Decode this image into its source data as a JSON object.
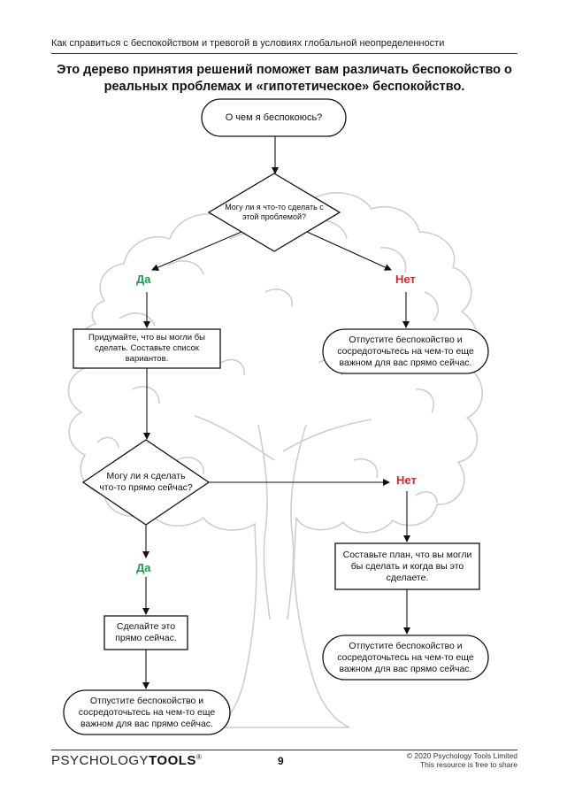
{
  "header": {
    "text": "Как справиться с беспокойством и тревогой в условиях глобальной неопределенности"
  },
  "title": {
    "line1": "Это дерево принятия решений поможет вам различать беспокойство о",
    "line2": "реальных проблемах и «гипотетическое» беспокойство."
  },
  "nodes": {
    "start": "О чем я беспокоюсь?",
    "q1": "Могу ли я что-то сделать с этой проблемой?",
    "yes1": "Да",
    "no1": "Нет",
    "idea": "Придумайте, что вы могли бы сделать. Составьте список вариантов.",
    "letgo1": "Отпустите беспокойство и сосредоточьтесь на чем-то еще важном для вас прямо сейчас.",
    "q2": "Могу ли я сделать что-то прямо сейчас?",
    "no2": "Нет",
    "yes2": "Да",
    "plan": "Составьте план, что вы могли бы сделать и когда вы это сделаете.",
    "do_now": "Сделайте это прямо сейчас.",
    "letgo2": "Отпустите беспокойство и сосредоточьтесь на чем-то еще важном для вас прямо сейчас.",
    "letgo3": "Отпустите беспокойство и сосредоточьтесь на чем-то еще важном для вас прямо сейчас."
  },
  "footer": {
    "logo_left": "PSYCHOLOGY",
    "logo_right": "TOOLS",
    "logo_mark": "®",
    "page": "9",
    "copyright_line1": "© 2020 Psychology Tools Limited",
    "copyright_line2": "This resource is free to share"
  },
  "colors": {
    "yes": "#1a9a52",
    "no": "#d62828",
    "tree_outline": "#c8c8c8"
  }
}
